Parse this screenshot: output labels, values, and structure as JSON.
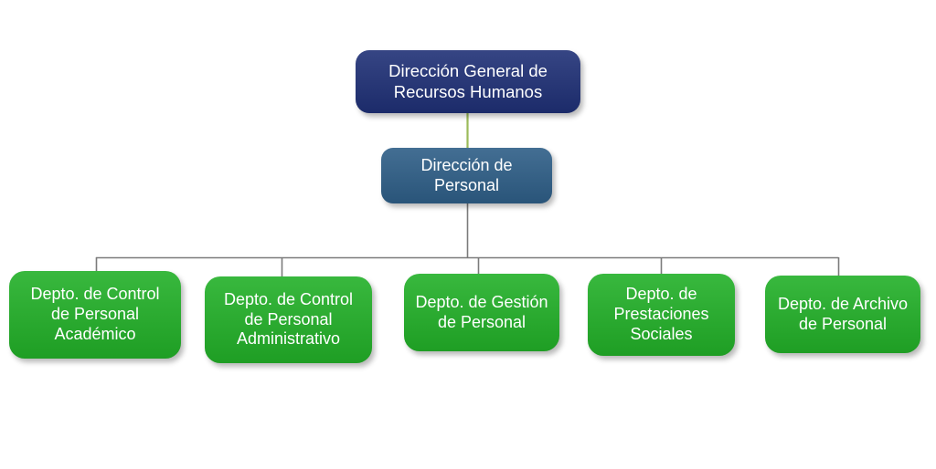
{
  "diagram": {
    "type": "org-chart",
    "nodes": {
      "root": {
        "label": "Dirección General de\nRecursos Humanos"
      },
      "director": {
        "label": "Dirección de Personal"
      },
      "departments": [
        {
          "label": "Depto. de Control\nde Personal\nAcadémico"
        },
        {
          "label": "Depto. de Control\nde Personal\nAdministrativo"
        },
        {
          "label": "Depto. de Gestión\nde Personal"
        },
        {
          "label": "Depto. de\nPrestaciones\nSociales"
        },
        {
          "label": "Depto. de Archivo\nde Personal"
        }
      ]
    }
  },
  "colors": {
    "root_box": "#1F3076",
    "director_box": "#2E5E87",
    "department_box": "#22B028",
    "connector_accent": "#9BBB59",
    "connector_gray": "#7B7B7B",
    "text": "#FFFFFF",
    "background": "#FFFFFF"
  }
}
